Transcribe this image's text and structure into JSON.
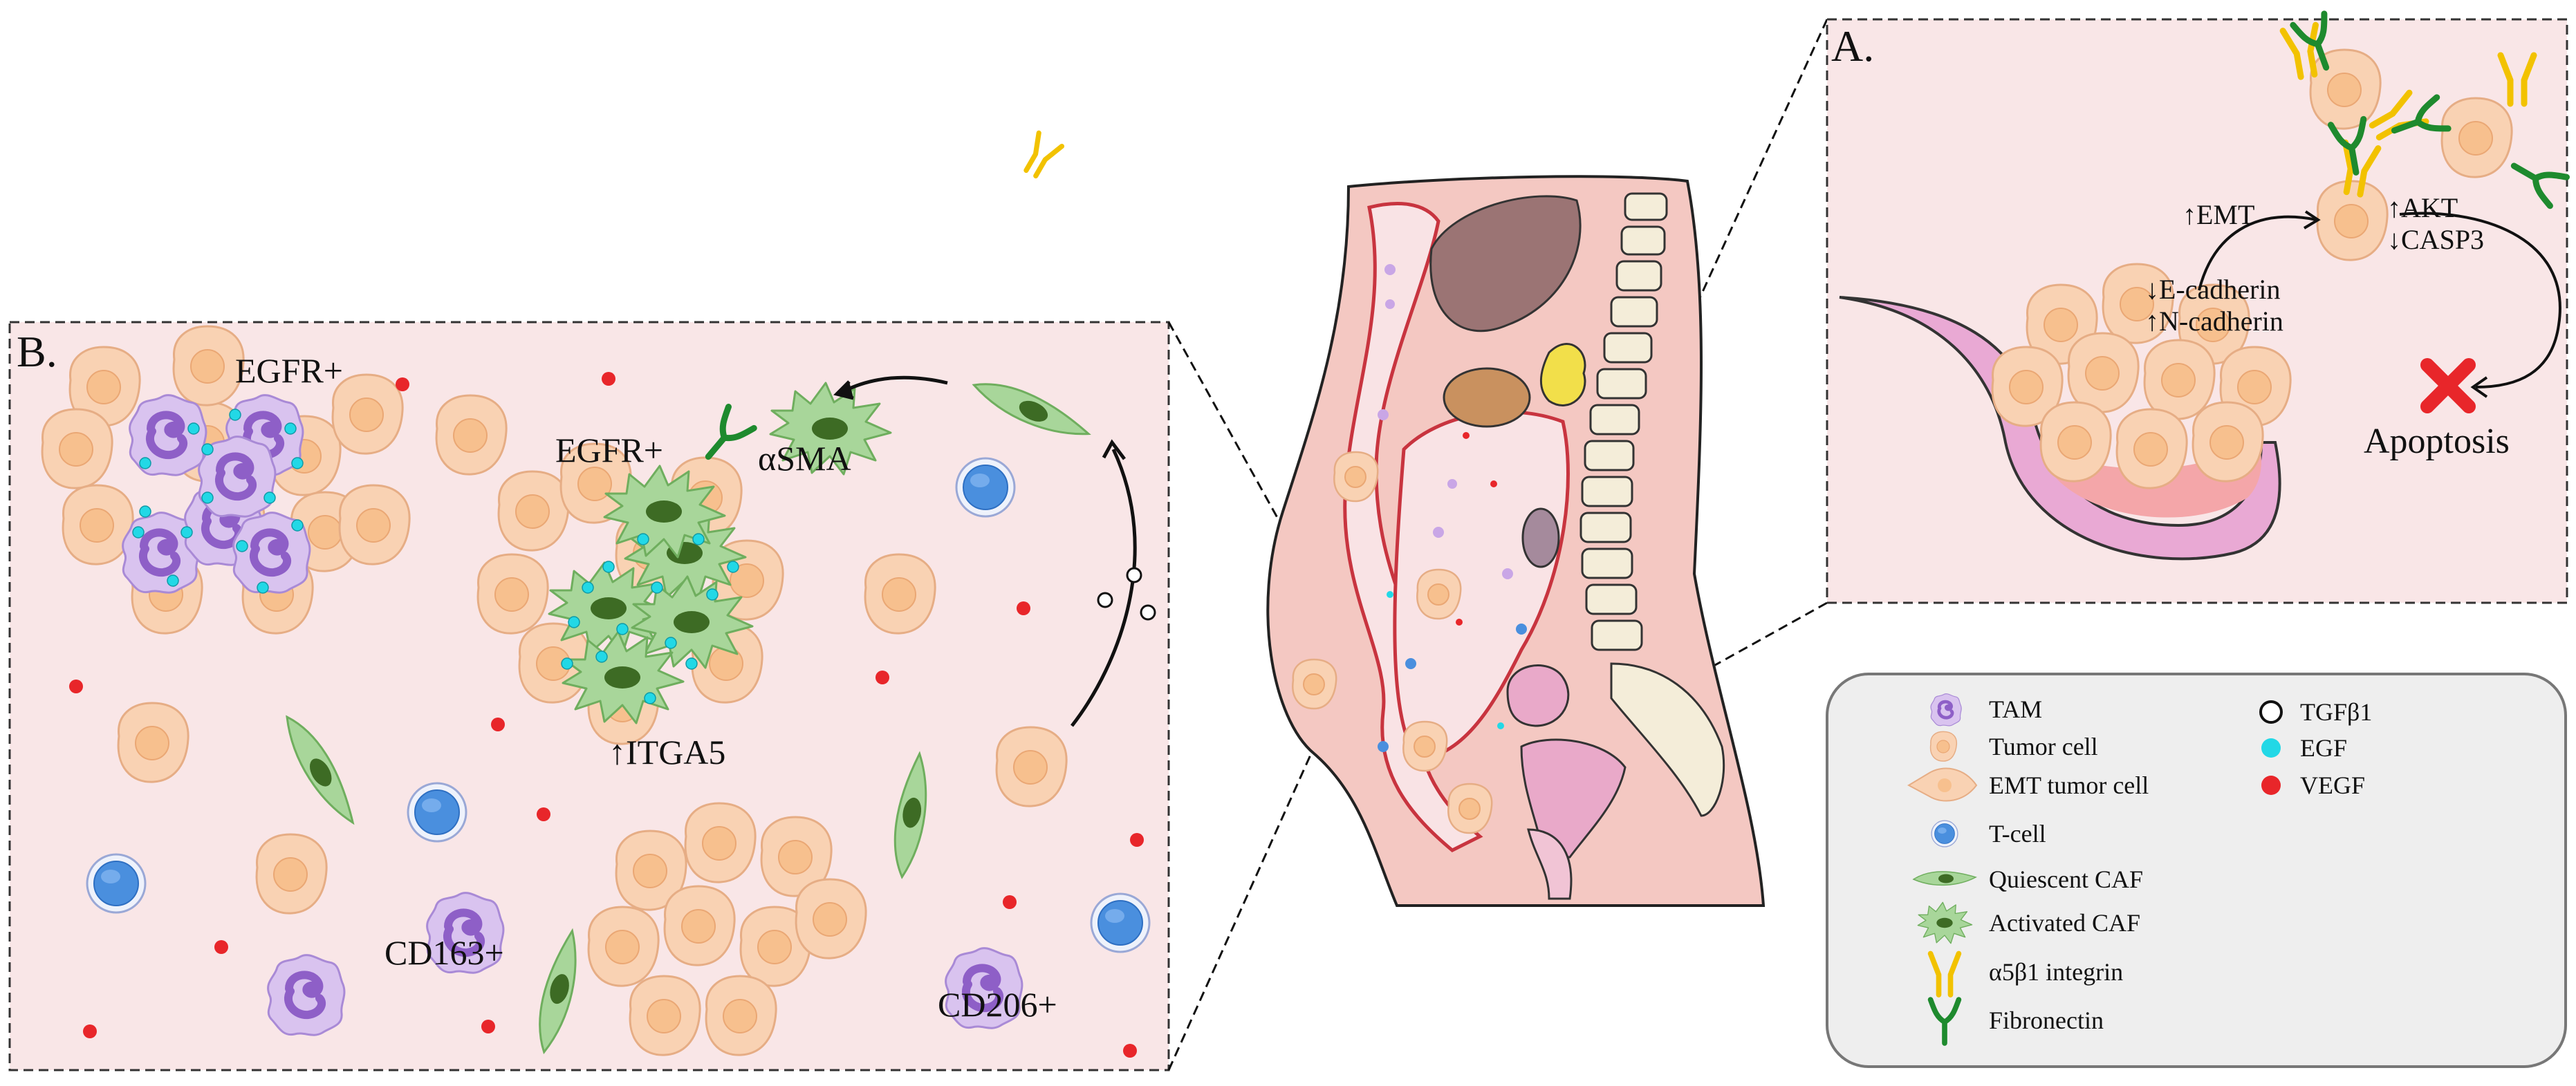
{
  "panels": {
    "a": {
      "label": "A.",
      "emt": "↑EMT",
      "akt": "↑AKT",
      "casp3": "↓CASP3",
      "ecadherin": "↓E-cadherin",
      "ncadherin": "↑N-cadherin",
      "apoptosis": "Apoptosis"
    },
    "b": {
      "label": "B.",
      "egfr_top": "EGFR+",
      "egfr_mid": "EGFR+",
      "asma": "αSMA",
      "itga5": "↑ITGA5",
      "cd163": "CD163+",
      "cd206": "CD206+"
    }
  },
  "legend": {
    "left": [
      "TAM",
      "Tumor cell",
      "EMT tumor cell",
      "T-cell",
      "Quiescent CAF",
      "Activated CAF",
      "α5β1 integrin",
      "Fibronectin"
    ],
    "right": [
      "TGFβ1",
      "EGF",
      "VEGF"
    ]
  },
  "colors": {
    "panel_bg": "#f9e6e7",
    "tumor_cell": "#f9d2b3",
    "tumor_nucleus": "#f7c08e",
    "tam": "#c9a6e6",
    "tam_nucleus": "#8e5fc7",
    "tcell": "#4a8fde",
    "caf": "#a8d69a",
    "caf_nucleus": "#3d6b24",
    "egf": "#22d8e6",
    "vegf": "#e8262a",
    "integrin": "#f2c200",
    "fibronectin": "#1e8a2e",
    "apoptosis_x": "#e8262a"
  }
}
